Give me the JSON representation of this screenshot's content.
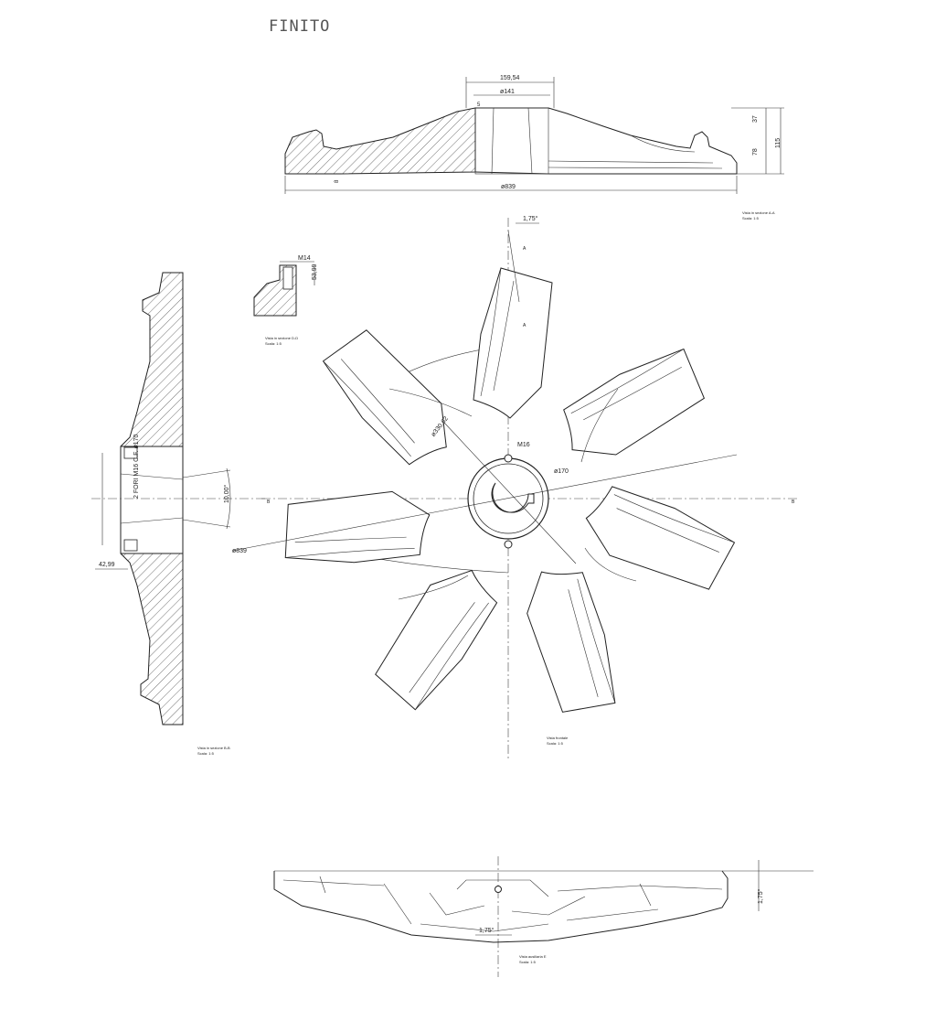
{
  "drawing": {
    "title": "FINITO",
    "dims": {
      "top_width": "159,54",
      "top_bore": "ø141",
      "top_five": "5",
      "top_overall": "ø839",
      "top_h37": "37",
      "top_h78": "78",
      "top_h115": "115",
      "top_h8": "8",
      "front_angle": "1,75°",
      "front_d330": "ø330,62",
      "front_m16": "M16",
      "front_d170": "ø170",
      "front_d839": "ø839",
      "side_holes": "2 FORI M16 C.F. ø170",
      "side_angle": "10,00°",
      "side_4299": "42,99",
      "detail_m14": "M14",
      "detail_5399": "53,99",
      "bottom_angle_left": "1,75°",
      "bottom_angle_right": "1,75°"
    },
    "captions": {
      "section_aa": "Vista in sezione A-A",
      "section_aa_scale": "Scala: 1:5",
      "section_dd": "Vista in sezione D-D",
      "section_dd_scale": "Scala: 1:5",
      "section_bb": "Vista in sezione B-B",
      "section_bb_scale": "Scala: 1:5",
      "front": "Vista frontale",
      "front_scale": "Scala: 1:5",
      "aux": "Vista ausiliaria E",
      "aux_scale": "Scala: 1:5"
    },
    "view_markers": {
      "a1": "A",
      "a2": "A",
      "b1": "B",
      "b2": "B"
    }
  }
}
